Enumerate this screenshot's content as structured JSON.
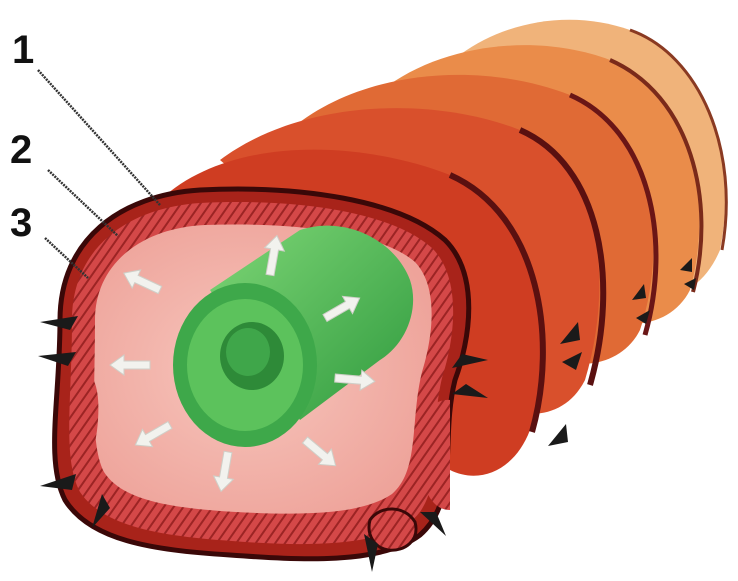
{
  "labels": [
    "1",
    "2",
    "3"
  ],
  "colors": {
    "body_dark": "#c8321b",
    "body_mid": "#dd4a28",
    "body_light": "#f0a86c",
    "segment_line": "#5a1010",
    "muscle_band": "#c73a3a",
    "body_cavity": "#f4b4ac",
    "intestine": "#3ea84a",
    "intestine_light": "#6fcf6a",
    "bristle": "#1a1a1a",
    "arrow": "#f2f2ee"
  },
  "icons": [
    "bristle-icon",
    "outward-arrow-icon",
    "leader-line"
  ]
}
